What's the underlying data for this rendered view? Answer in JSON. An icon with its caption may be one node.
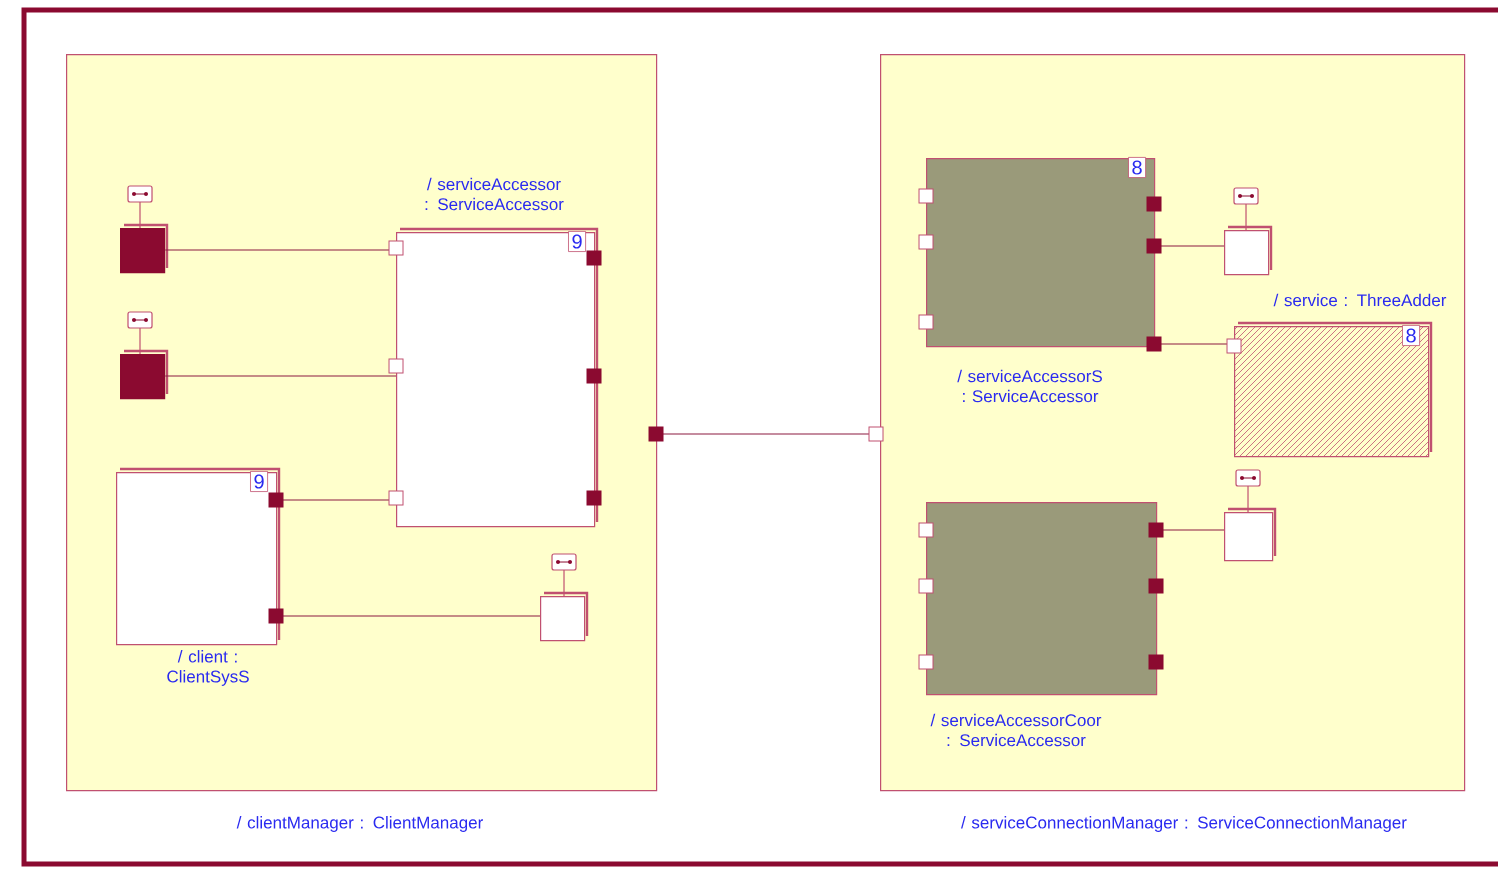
{
  "diagram": {
    "nodes": [
      {
        "text": [
          "/ clientManager : ClientManager"
        ]
      },
      {
        "text": [
          "/ serviceConnectionManager : ServiceConnectionManager"
        ]
      },
      {
        "text": [],
        "shape": "box",
        "in": 0
      },
      {
        "text": [],
        "shape": "box",
        "in": 0
      },
      {
        "text": [
          "/ serviceAccessor : ServiceAccessor",
          "9"
        ],
        "in": 0
      },
      {
        "text": [
          "9",
          "/ client : ClientSysS"
        ],
        "in": 0
      },
      {
        "text": [],
        "shape": "box",
        "in": 0
      },
      {
        "text": [
          "/ serviceAccessorS : ServiceAccessor",
          "8"
        ],
        "in": 1
      },
      {
        "text": [],
        "shape": "box",
        "in": 1
      },
      {
        "text": [
          "/ service : ThreeAdder",
          "8"
        ],
        "in": 1
      },
      {
        "text": [
          "/ serviceAccessorCoor : ServiceAccessor"
        ],
        "in": 1
      },
      {
        "text": [],
        "shape": "box",
        "in": 1
      }
    ],
    "edges": [
      {
        "from": 2,
        "to": 4,
        "arrow": "none"
      },
      {
        "from": 3,
        "to": 4,
        "arrow": "none"
      },
      {
        "from": 5,
        "to": 4,
        "arrow": "none"
      },
      {
        "from": 5,
        "to": 6,
        "arrow": "none"
      },
      {
        "from": 0,
        "to": 1,
        "arrow": "none"
      },
      {
        "from": 7,
        "to": 8,
        "arrow": "none"
      },
      {
        "from": 7,
        "to": 9,
        "arrow": "none"
      },
      {
        "from": 10,
        "to": 11,
        "arrow": "none"
      }
    ]
  }
}
